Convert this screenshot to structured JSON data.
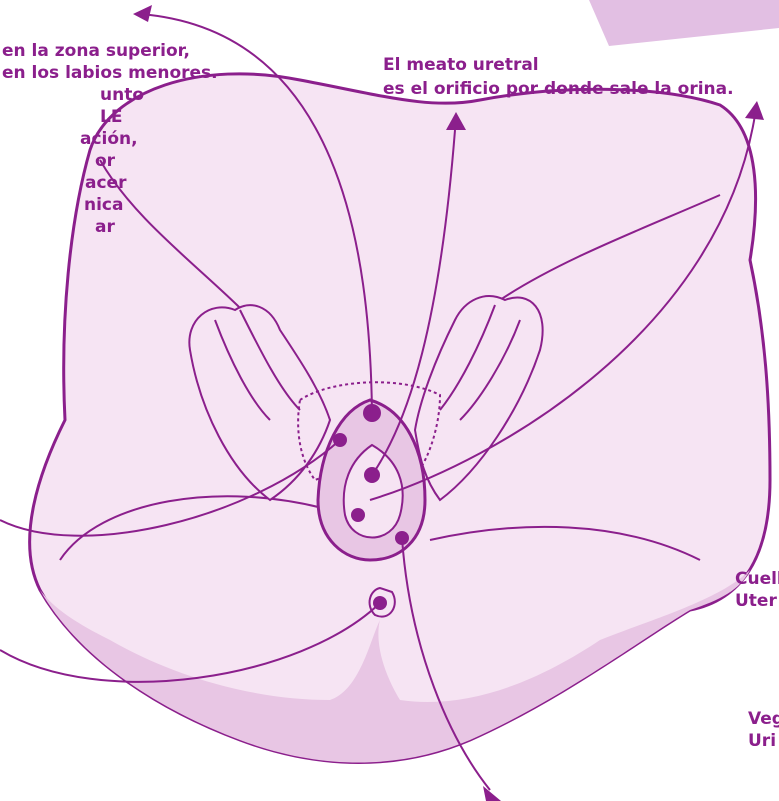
{
  "colors": {
    "accent": "#8b1f8c",
    "fill_light": "#f6e4f3",
    "fill_mid": "#e8c6e4",
    "tab": "#e2bfe3"
  },
  "labels": {
    "clitoris_lines": [
      "en la zona superior,",
      "en los labios menores.",
      "unto",
      "LE",
      "ación,",
      "or",
      "acer",
      "nica",
      "ar"
    ],
    "meatus_line1": "El meato uretral",
    "meatus_line2": "es el orificio por donde sale la orina.",
    "right_partial_1": "Cuell",
    "right_partial_2": "Uter",
    "right_partial_3": "Veg",
    "right_partial_4": "Uri"
  }
}
